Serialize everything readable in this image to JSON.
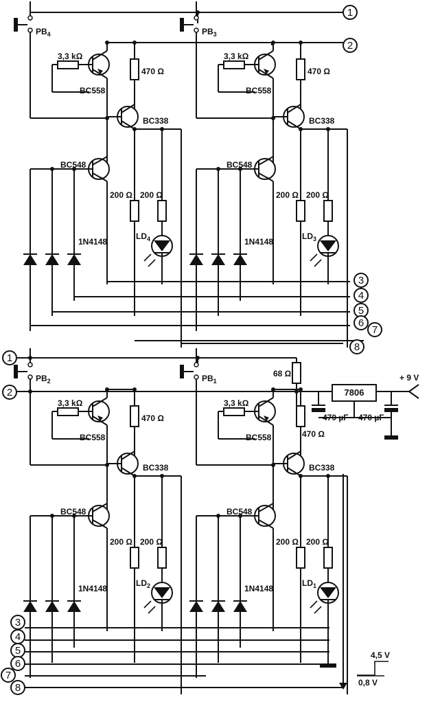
{
  "cells": [
    {
      "pb": "PB",
      "pb_sub": "4",
      "led": "LD",
      "led_sub": "4"
    },
    {
      "pb": "PB",
      "pb_sub": "3",
      "led": "LD",
      "led_sub": "3"
    },
    {
      "pb": "PB",
      "pb_sub": "2",
      "led": "LD",
      "led_sub": "2"
    },
    {
      "pb": "PB",
      "pb_sub": "1",
      "led": "LD",
      "led_sub": "1"
    }
  ],
  "parts": {
    "r_base": "3,3 kΩ",
    "r_coll": "470 Ω",
    "q_pnp": "BC558",
    "q_mid": "BC338",
    "q_npn": "BC548",
    "r_200": "200 Ω",
    "diode": "1N4148",
    "r_68": "68 Ω",
    "regulator": "7806",
    "cap": "470 µF",
    "supply": "+ 9 V"
  },
  "nodes": {
    "top": [
      "1",
      "2",
      "3",
      "4",
      "5",
      "6",
      "7",
      "8"
    ],
    "bottom": [
      "1",
      "2",
      "3",
      "4",
      "5",
      "6",
      "7",
      "8"
    ]
  },
  "pulse": {
    "high": "4,5 V",
    "low": "0,8 V"
  }
}
